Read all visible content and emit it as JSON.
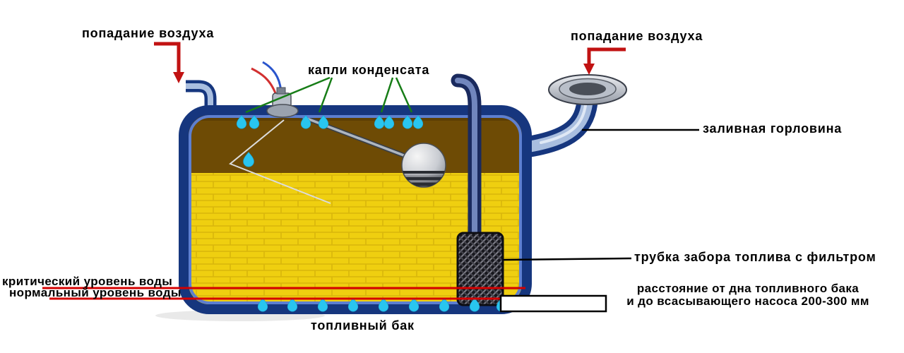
{
  "diagram": {
    "labels": {
      "air_left": "попадание воздуха",
      "air_right": "попадание воздуха",
      "condensate": "капли конденсата",
      "filler_neck": "заливная горловина",
      "pickup_tube": "трубка забора топлива с фильтром",
      "critical_water": "критический уровень воды",
      "normal_water": "нормальный уровень воды",
      "distance_line1": "расстояние от дна топливного бака",
      "distance_line2": "и до всасывающего насоса 200-300 мм",
      "tank": "топливный бак"
    },
    "colors": {
      "tank_border": "#16367e",
      "tank_border_highlight": "#5d7fd0",
      "fuel": "#efcf10",
      "air_space": "#6e4b05",
      "condensate_drop": "#29c5ef",
      "water_level_line": "#d40000",
      "arrow_red": "#c11212",
      "pointer_green": "#177d17",
      "leader_black": "#000000"
    }
  }
}
